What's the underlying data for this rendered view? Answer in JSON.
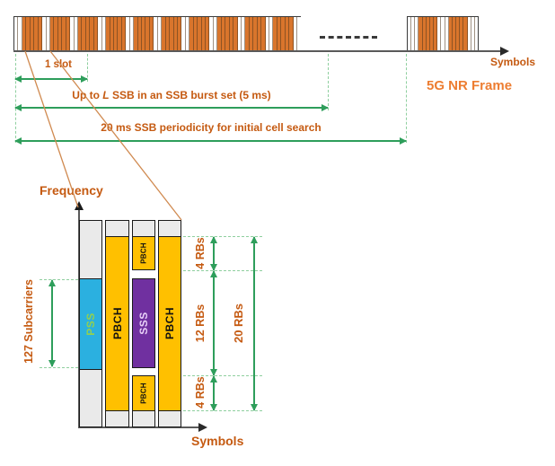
{
  "timeline": {
    "symbols_label": "Symbols",
    "frame_label": "5G NR Frame",
    "slot_label": "1 slot",
    "burst_label": {
      "prefix": "Up to ",
      "italic_l": "L",
      "suffix": " SSB in an SSB burst set (5 ms)"
    },
    "periodicity_label": "20 ms SSB periodicity for initial cell search",
    "strip_main": {
      "lead_white": 2,
      "groups": 10,
      "orange_per_group": 5,
      "white_after_group": 2
    },
    "strip_next": {
      "lead_white": 3,
      "groups": 2,
      "orange_per_group": 5,
      "white_after_group": 3
    }
  },
  "ssb_detail": {
    "frequency_label": "Frequency",
    "symbols_label": "Symbols",
    "subcarriers_label": "127 Subcarriers",
    "pss_label": "PSS",
    "sss_label": "SSS",
    "pbch_label": "PBCH",
    "rb_top": "4 RBs",
    "rb_mid": "12 RBs",
    "rb_bottom": "4 RBs",
    "rb_total": "20 RBs"
  },
  "colors": {
    "symbol_orange": "#D9752C",
    "pbch_yellow": "#FFC000",
    "sss_purple": "#7030A0",
    "pss_blue": "#2BB0E0",
    "pss_text": "#92D050",
    "sss_text": "#E9D0F8",
    "label_orange": "#C55A11",
    "frame_orange": "#ED7D31",
    "arrow_green": "#2E9E5B",
    "guide_green": "#8FCF9F",
    "block_gray": "#EAEAEA"
  }
}
